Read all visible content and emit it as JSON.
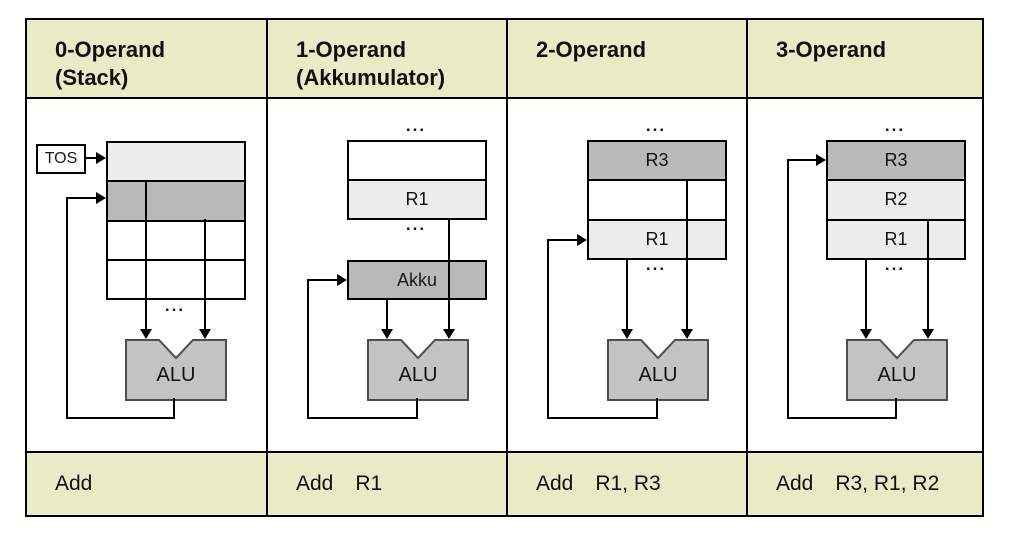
{
  "colors": {
    "band_bg": "#e9ebc6",
    "cell_dark": "#b9b9b9",
    "cell_light": "#ececec",
    "cell_white": "#ffffff",
    "alu_fill": "#c3c3c3"
  },
  "ellipsis": "...",
  "columns": [
    {
      "header_line1": "0-Operand",
      "header_line2": "(Stack)",
      "tos_label": "TOS",
      "stack_cells": [
        "",
        "",
        "",
        ""
      ],
      "alu_label": "ALU",
      "instruction": {
        "mnemonic": "Add",
        "operands": ""
      }
    },
    {
      "header_line1": "1-Operand",
      "header_line2": "(Akkumulator)",
      "register_cells": [
        "",
        "R1"
      ],
      "akku_label": "Akku",
      "alu_label": "ALU",
      "instruction": {
        "mnemonic": "Add",
        "operands": "R1"
      }
    },
    {
      "header_line1": "2-Operand",
      "header_line2": "",
      "register_cells": [
        "R3",
        "",
        "R1"
      ],
      "alu_label": "ALU",
      "instruction": {
        "mnemonic": "Add",
        "operands": "R1, R3"
      }
    },
    {
      "header_line1": "3-Operand",
      "header_line2": "",
      "register_cells": [
        "R3",
        "R2",
        "R1"
      ],
      "alu_label": "ALU",
      "instruction": {
        "mnemonic": "Add",
        "operands": "R3, R1, R2"
      }
    }
  ]
}
